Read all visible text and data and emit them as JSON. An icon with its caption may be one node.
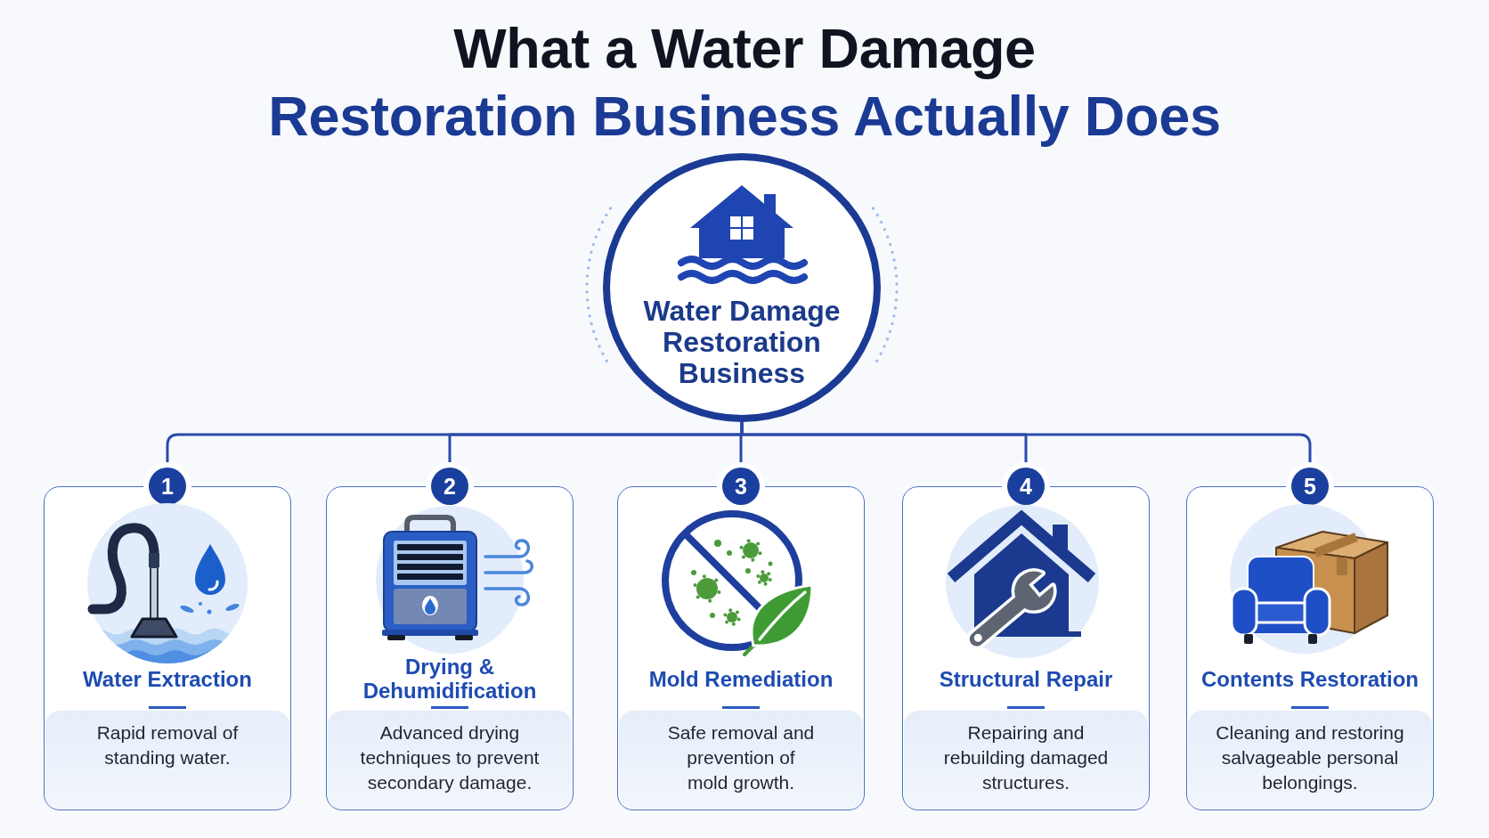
{
  "diagram": {
    "title": "What a Water Damage Restoration Business Actually Does",
    "nodes": [
      {
        "text": [
          "Water Damage Restoration Business"
        ]
      },
      {
        "text": [
          "1",
          "Water Extraction",
          "Rapid removal of standing water."
        ]
      },
      {
        "text": [
          "2",
          "Drying & Dehumidification",
          "Advanced drying techniques to prevent secondary damage."
        ]
      },
      {
        "text": [
          "3",
          "Mold Remediation",
          "Safe removal and prevention of mold growth."
        ]
      },
      {
        "text": [
          "4",
          "Structural Repair",
          "Repairing and rebuilding damaged structures."
        ]
      },
      {
        "text": [
          "5",
          "Contents Restoration",
          "Cleaning and restoring salvageable personal belongings."
        ]
      }
    ],
    "edges": [
      {
        "from": 0,
        "to": 1,
        "arrow": "none"
      },
      {
        "from": 0,
        "to": 2,
        "arrow": "none"
      },
      {
        "from": 0,
        "to": 3,
        "arrow": "none"
      },
      {
        "from": 0,
        "to": 4,
        "arrow": "none"
      },
      {
        "from": 0,
        "to": 5,
        "arrow": "none"
      }
    ]
  }
}
